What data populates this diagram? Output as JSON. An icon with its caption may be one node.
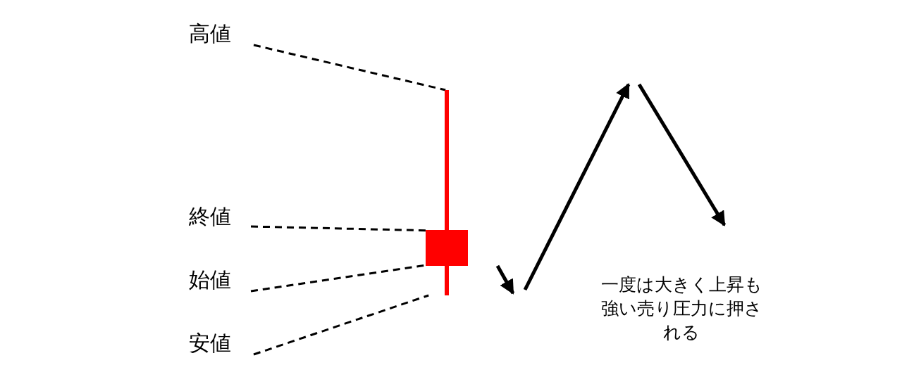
{
  "diagram": {
    "nodes": [
      {
        "text": [
          "高値"
        ]
      },
      {
        "text": [
          "終値"
        ]
      },
      {
        "text": [
          "始値"
        ]
      },
      {
        "text": [
          "安値"
        ]
      },
      {
        "text": [],
        "shape": "bar"
      }
    ],
    "edges": [
      {
        "from": 0,
        "to": 4,
        "arrow": "none",
        "style": "dashed"
      },
      {
        "from": 1,
        "to": 4,
        "arrow": "none",
        "style": "dashed"
      },
      {
        "from": 2,
        "to": 4,
        "arrow": "none",
        "style": "dashed"
      },
      {
        "from": 3,
        "to": 4,
        "arrow": "none",
        "style": "dashed"
      }
    ],
    "labels": [
      "一度は大きく上昇も強い売り圧力に押される"
    ]
  }
}
